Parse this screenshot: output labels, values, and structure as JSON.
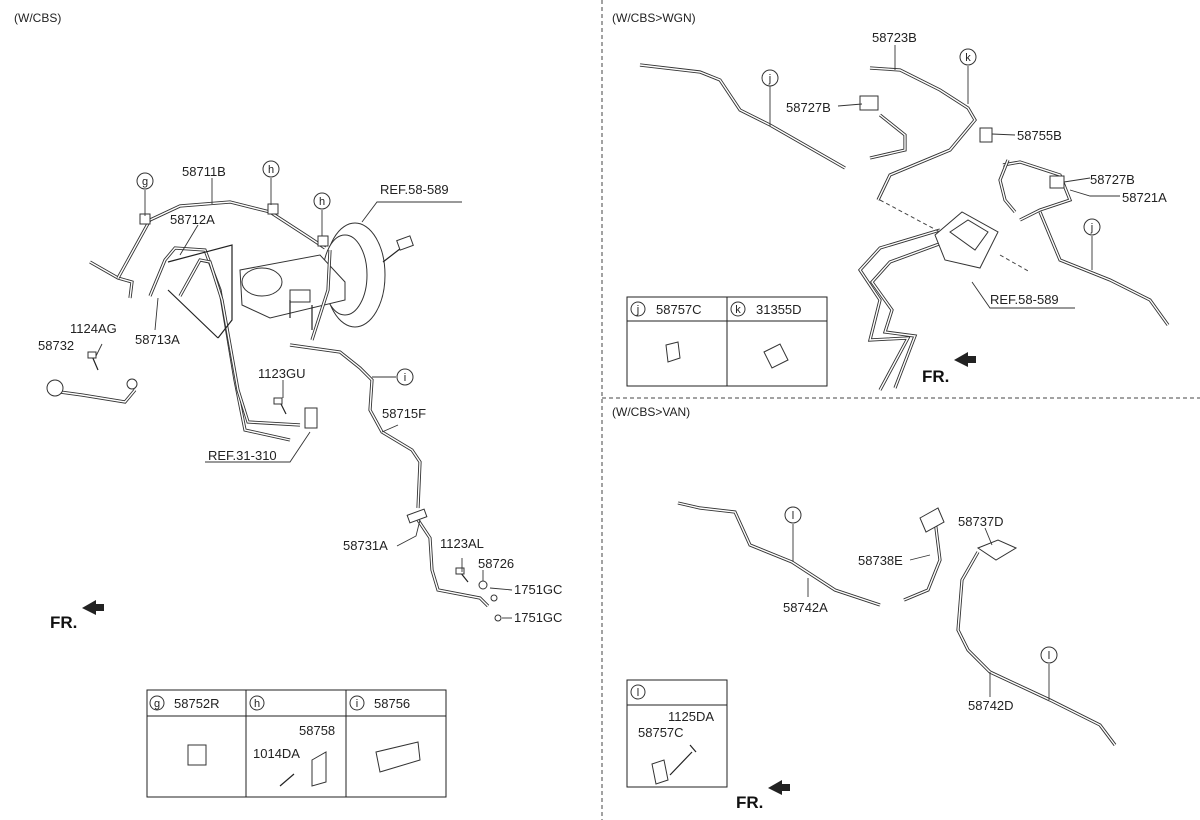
{
  "sections": {
    "main": "(W/CBS)",
    "wgn": "(W/CBS>WGN)",
    "van": "(W/CBS>VAN)"
  },
  "parts_main": {
    "p58711B": "58711B",
    "p58712A": "58712A",
    "p58713A": "58713A",
    "p1124AG": "1124AG",
    "p58732": "58732",
    "ref58589": "REF.58-589",
    "p1123GU": "1123GU",
    "ref31310": "REF.31-310",
    "p58715F": "58715F",
    "p58731A": "58731A",
    "p1123AL": "1123AL",
    "p58726": "58726",
    "p1751GC_a": "1751GC",
    "p1751GC_b": "1751GC"
  },
  "parts_wgn": {
    "p58723B": "58723B",
    "p58727B_a": "58727B",
    "p58755B": "58755B",
    "p58727B_b": "58727B",
    "p58721A": "58721A",
    "ref58589": "REF.58-589"
  },
  "parts_van": {
    "p58737D": "58737D",
    "p58738E": "58738E",
    "p58742A": "58742A",
    "p58742D": "58742D"
  },
  "callouts": {
    "g": "g",
    "h": "h",
    "i": "i",
    "j": "j",
    "k": "k",
    "l": "l"
  },
  "fr_label": "FR.",
  "legend_main": {
    "g_part": "58752R",
    "h_part": "58758",
    "h_sub": "1014DA",
    "i_part": "58756"
  },
  "legend_wgn": {
    "j_part": "58757C",
    "k_part": "31355D"
  },
  "legend_van": {
    "l_sub1": "1125DA",
    "l_sub2": "58757C"
  }
}
